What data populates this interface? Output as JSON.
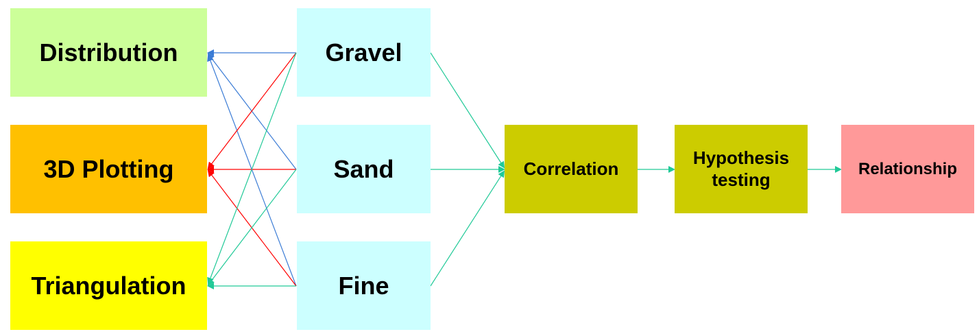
{
  "nodes": {
    "distribution": {
      "label": "Distribution",
      "color": "#ccff99"
    },
    "plotting": {
      "label": "3D Plotting",
      "color": "#ffc000"
    },
    "triangulation": {
      "label": "Triangulation",
      "color": "#ffff00"
    },
    "gravel": {
      "label": "Gravel",
      "color": "#ccffff"
    },
    "sand": {
      "label": "Sand",
      "color": "#ccffff"
    },
    "fine": {
      "label": "Fine",
      "color": "#ccffff"
    },
    "correlation": {
      "label": "Correlation",
      "color": "#cccc00"
    },
    "hypothesis": {
      "label": "Hypothesis\ntesting",
      "color": "#cccc00"
    },
    "relationship": {
      "label": "Relationship",
      "color": "#ff9999"
    }
  },
  "edge_colors": {
    "to_distribution": "#3a7bd5",
    "to_plotting": "#ff0000",
    "to_triangulation": "#20c997"
  }
}
